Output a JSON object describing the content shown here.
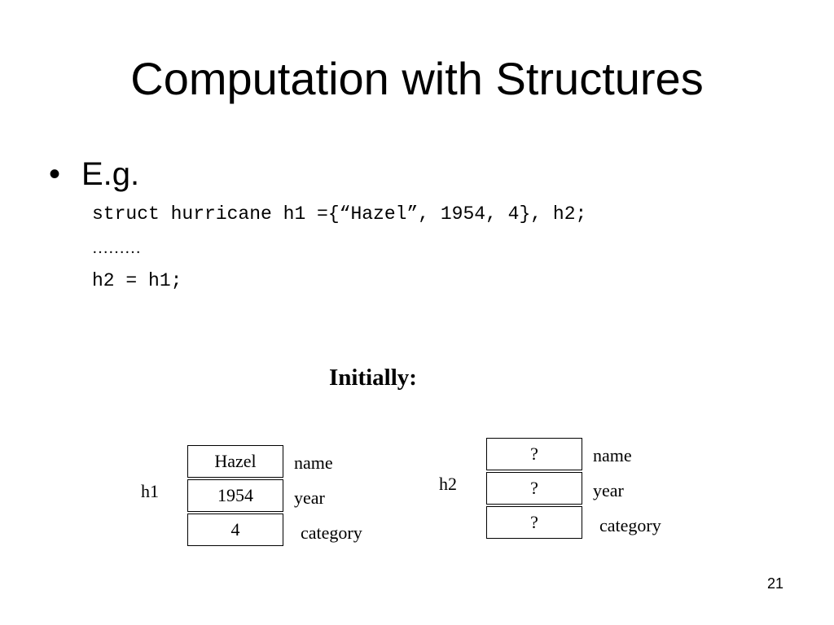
{
  "slide": {
    "title": "Computation with Structures",
    "bullet": "E.g.",
    "bullet_marker": "•",
    "code_line_1": "struct hurricane h1 ={“Hazel”, 1954, 4}, h2;",
    "ellipsis": "………",
    "code_line_3": "h2 = h1;",
    "caption": "Initially:",
    "page_number": "21"
  },
  "h1": {
    "label": "h1",
    "cells": [
      "Hazel",
      "1954",
      "4"
    ],
    "fields": [
      "name",
      "year",
      "category"
    ]
  },
  "h2": {
    "label": "h2",
    "cells": [
      "?",
      "?",
      "?"
    ],
    "fields": [
      "name",
      "year",
      "category"
    ]
  }
}
